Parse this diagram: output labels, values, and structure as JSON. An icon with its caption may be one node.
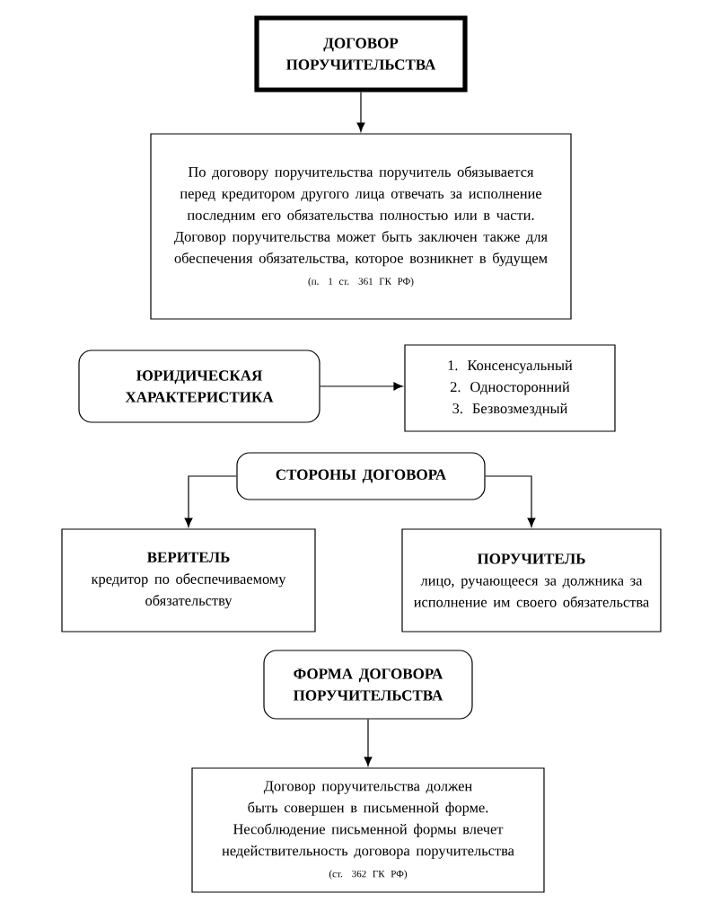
{
  "diagram": {
    "nodes": [
      {
        "text": [
          "ДОГОВОР ПОРУЧИТЕЛЬСТВА"
        ]
      },
      {
        "text": [
          "По договору поручительства поручитель обязывается перед кредитором другого лица отвечать за исполнение последним его обязательства полностью или в части. Договор поручительства может быть заключен также для обеспечения обязательства, которое возникнет в будущем",
          "(п. 1 ст. 361 ГК РФ)"
        ]
      },
      {
        "text": [
          "ЮРИДИЧЕСКАЯ ХАРАКТЕРИСТИКА"
        ]
      },
      {
        "text": [
          "1. Консенсуальный",
          "2. Односторонний",
          "3. Безвозмездный"
        ]
      },
      {
        "text": [
          "СТОРОНЫ ДОГОВОРА"
        ]
      },
      {
        "text": [
          "ВЕРИТЕЛЬ",
          "кредитор по обеспечиваемому обязательству"
        ]
      },
      {
        "text": [
          "ПОРУЧИТЕЛЬ",
          "лицо, ручающееся за должника за исполнение им своего обязательства"
        ]
      },
      {
        "text": [
          "ФОРМА ДОГОВОРА ПОРУЧИТЕЛЬСТВА"
        ]
      },
      {
        "text": [
          "Договор поручительства должен быть совершен в письменной форме. Несоблюдение письменной формы влечет недействительность договора поручительства",
          "(ст. 362 ГК РФ)"
        ]
      }
    ],
    "edges": [
      {
        "from": 0,
        "to": 1,
        "arrow": "to"
      },
      {
        "from": 2,
        "to": 3,
        "arrow": "to"
      },
      {
        "from": 4,
        "to": 5,
        "arrow": "to"
      },
      {
        "from": 4,
        "to": 6,
        "arrow": "to"
      },
      {
        "from": 7,
        "to": 8,
        "arrow": "to"
      }
    ]
  }
}
